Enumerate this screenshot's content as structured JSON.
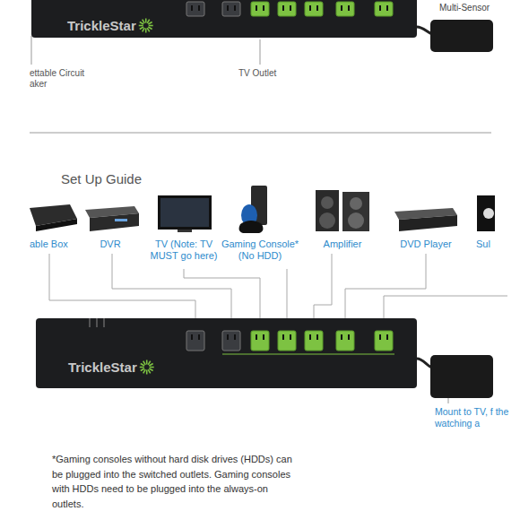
{
  "diagram": {
    "title": "Set Up Guide",
    "nodes": [
      {
        "text": [
          "TrickleStar"
        ]
      },
      {
        "text": [
          "TrickleStar"
        ]
      }
    ],
    "labels": [
      "ettable Circuit aker",
      "TV Outlet",
      "Multi-Sensor",
      "able Box",
      "DVR",
      "TV (Note: TV MUST go here)",
      "Gaming Console* (No HDD)",
      "Amplifier",
      "DVD Player",
      "Sul",
      "Mount to TV, f the watching a",
      "*Gaming consoles without hard disk drives (HDDs) can be plugged into the switched outlets. Gaming consoles with HDDs need to be plugged into the always-on outlets."
    ]
  }
}
